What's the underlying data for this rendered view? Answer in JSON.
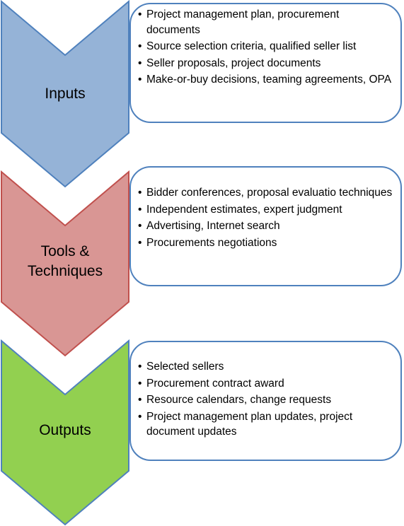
{
  "stages": [
    {
      "label": "Inputs",
      "items": [
        "Project management plan, procurement documents",
        "Source selection criteria, qualified seller list",
        "Seller proposals, project documents",
        "Make-or-buy decisions, teaming agreements, OPA"
      ],
      "fill": "#95b3d7",
      "stroke": "#4f81bd"
    },
    {
      "label": "Tools & Techniques",
      "items": [
        "Bidder conferences, proposal evaluatio techniques",
        "Independent estimates, expert judgment",
        "Advertising, Internet search",
        "Procurements negotiations"
      ],
      "fill": "#d99694",
      "stroke": "#c0504d"
    },
    {
      "label": "Outputs",
      "items": [
        "Selected sellers",
        "Procurement contract award",
        "Resource calendars, change requests",
        "Project management plan updates, project document updates"
      ],
      "fill": "#92d050",
      "stroke": "#4f81bd"
    }
  ]
}
